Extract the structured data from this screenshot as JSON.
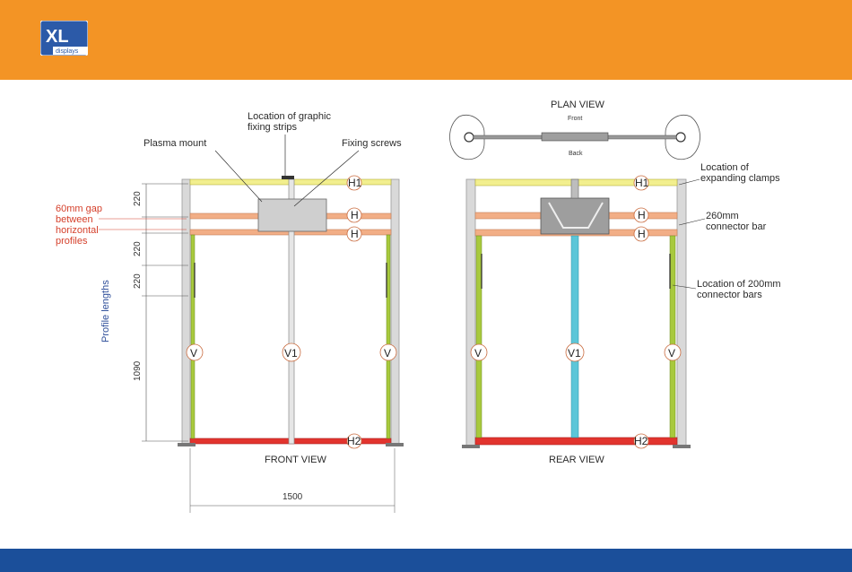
{
  "brand": {
    "logo_text": "XL",
    "logo_subtext": "displays",
    "header_color": "#f39425",
    "footer_color": "#1b4f9a"
  },
  "front_view": {
    "title": "FRONT VIEW",
    "callout_graphic": [
      "Location of graphic",
      "fixing strips"
    ],
    "callout_plasma": "Plasma mount",
    "callout_screws": "Fixing screws",
    "gap_note": [
      "60mm gap",
      "between",
      "horizontal",
      "profiles"
    ],
    "profile_lengths": "Profile lengths",
    "dims": [
      "220",
      "220",
      "220",
      "1090"
    ],
    "width_dim": "1500",
    "markers": {
      "h1": "H1",
      "h_a": "H",
      "h_b": "H",
      "h2": "H2",
      "v_left": "V",
      "v1": "V1",
      "v_right": "V"
    }
  },
  "rear_view": {
    "title": "REAR VIEW",
    "callout_clamps": [
      "Location of",
      "expanding clamps"
    ],
    "callout_260": [
      "260mm",
      "connector bar"
    ],
    "callout_200": [
      "Location of 200mm",
      "connector bars"
    ],
    "markers": {
      "h1": "H1",
      "h_a": "H",
      "h_b": "H",
      "h2": "H2",
      "v_left": "V",
      "v1": "V1",
      "v_right": "V"
    }
  },
  "plan_view": {
    "title": "PLAN VIEW",
    "front": "Front",
    "back": "Back"
  },
  "colors": {
    "h1": "#f2ef8e",
    "h": "#f2ae86",
    "h2": "#e2342e",
    "v": "#a8c93d",
    "v1": "#5cc6d8",
    "post": "#d9d9d9"
  }
}
